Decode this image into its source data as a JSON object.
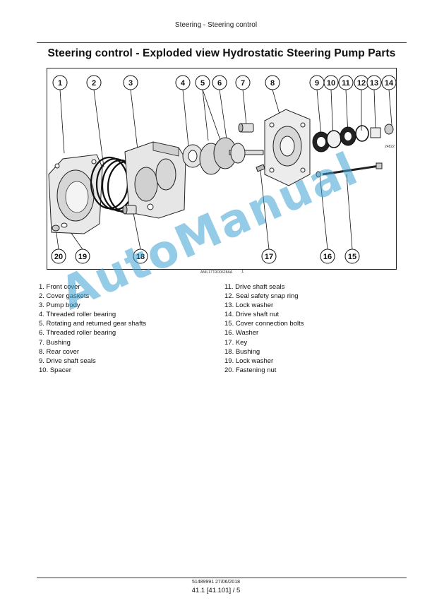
{
  "header": {
    "running_title": "Steering - Steering control"
  },
  "title": "Steering control - Exploded view Hydrostatic Steering Pump Parts",
  "figure": {
    "reference": "ANIL17TRO0628AA",
    "number": "1",
    "part_code": "24822",
    "callouts_top": [
      "1",
      "2",
      "3",
      "4",
      "5",
      "6",
      "7",
      "8",
      "9",
      "10",
      "11",
      "12",
      "13",
      "14"
    ],
    "callouts_bottom": [
      "20",
      "19",
      "18",
      "17",
      "16",
      "15"
    ]
  },
  "legend_left": [
    "1. Front cover",
    "2. Cover gaskets",
    "3. Pump body",
    "4. Threaded roller bearing",
    "5. Rotating and returned gear shafts",
    "6. Threaded roller bearing",
    "7. Bushing",
    "8. Rear cover",
    "9. Drive shaft seals",
    "10.  Spacer"
  ],
  "legend_right": [
    "11. Drive shaft seals",
    "12. Seal safety snap ring",
    "13. Lock washer",
    "14. Drive shaft nut",
    "15. Cover connection bolts",
    "16. Washer",
    "17. Key",
    "18. Bushing",
    "19. Lock washer",
    "20. Fastening nut"
  ],
  "watermark": "AutoManual",
  "footer": {
    "doc_ref": "51489991 27/06/2018",
    "page": "41.1 [41.101] / 5"
  }
}
